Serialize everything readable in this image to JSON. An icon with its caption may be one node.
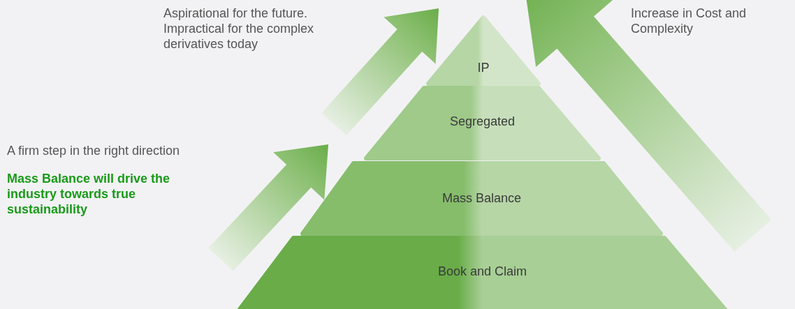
{
  "diagram": {
    "nodes": [
      {
        "text": [
          "IP"
        ]
      },
      {
        "text": [
          "Segregated"
        ]
      },
      {
        "text": [
          "Mass Balance"
        ]
      },
      {
        "text": [
          "Book and Claim"
        ]
      }
    ],
    "labels": [
      "Aspirational for the future. Impractical for the complex derivatives today",
      "Increase in Cost and Complexity",
      "A firm step in the right direction",
      "Mass Balance will drive the industry towards true sustainability"
    ]
  }
}
